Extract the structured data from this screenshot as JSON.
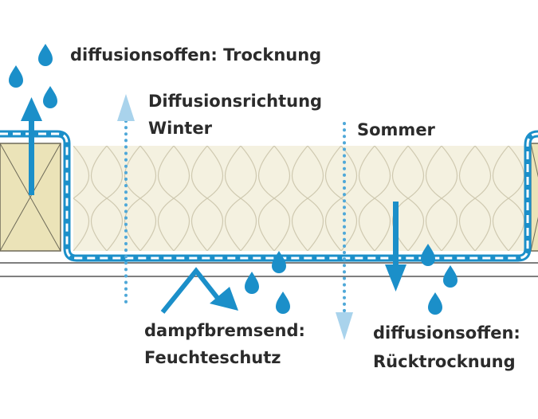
{
  "labels": {
    "top_drying": "diffusionsoffen: Trocknung",
    "direction_title": "Diffusionsrichtung",
    "winter": "Winter",
    "summer": "Sommer",
    "vapor_brake_line1": "dampfbremsend:",
    "vapor_brake_line2": "Feuchteschutz",
    "back_drying_line1": "diffusionsoffen:",
    "back_drying_line2": "Rücktrocknung"
  },
  "colors": {
    "membrane_blue": "#1b8fc9",
    "dotted_blue": "#4fa8d8",
    "light_arrow": "#a9d3ec",
    "insulation_fill": "#f4f1e0",
    "insulation_curve": "#cfc9b0",
    "beam_fill": "#ebe3b8",
    "beam_stroke": "#6e6a58",
    "text": "#2b2b2b"
  }
}
